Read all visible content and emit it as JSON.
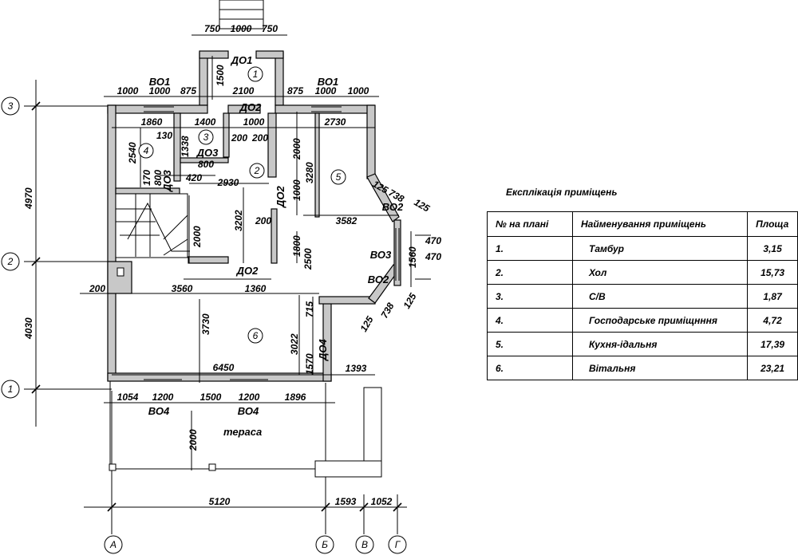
{
  "drawing": {
    "axes": {
      "rows": [
        "3",
        "2",
        "1"
      ],
      "columns": [
        "А",
        "Б",
        "В",
        "Г"
      ]
    },
    "dims_top": {
      "porch": [
        "750",
        "1000",
        "750"
      ],
      "left_row": [
        "1000",
        "1000",
        "875"
      ],
      "center": "2100",
      "right_row": [
        "875",
        "1000",
        "1000"
      ],
      "porch_depth": "1500"
    },
    "dims_left": [
      "4970",
      "4030"
    ],
    "dims_bottom": [
      "5120",
      "1593",
      "1052"
    ],
    "dims_facade": [
      "1054",
      "1200",
      "1500",
      "1200",
      "1896"
    ],
    "dims_interior": {
      "d1860": "1860",
      "d1400": "1400",
      "d1000": "1000",
      "d2730": "2730",
      "d130": "130",
      "d1338": "1338",
      "d200a": "200",
      "d200b": "200",
      "d2540": "2540",
      "d2000a": "2000",
      "d3280": "3280",
      "d800": "800",
      "d170": "170",
      "d800b": "800",
      "d420": "420",
      "d2930": "2930",
      "d1000b": "1000",
      "d125a": "125",
      "d738a": "738",
      "d125b": "125",
      "d3582": "3582",
      "d2000b": "2000",
      "d3202": "3202",
      "d200c": "200",
      "d1800": "1800",
      "d2500": "2500",
      "d470a": "470",
      "d1560": "1560",
      "d470b": "470",
      "d200d": "200",
      "d3560": "3560",
      "d1360": "1360",
      "d715": "715",
      "d3730": "3730",
      "d3022": "3022",
      "d1570": "1570",
      "d125c": "125",
      "d738b": "738",
      "d125d": "125",
      "d6450": "6450",
      "d1393": "1393",
      "d2000c": "2000"
    },
    "openings": {
      "do1": "ДО1",
      "vo1_left": "ВО1",
      "vo1_right": "ВО1",
      "do2_top": "ДО2",
      "do3a": "ДО3",
      "do3b": "ДО3",
      "do2_mid": "ДО2",
      "vo2_top": "ВО2",
      "vo3": "ВО3",
      "vo2_bot": "ВО2",
      "do2_low": "ДО2",
      "do4": "ДО4",
      "vo4_left": "ВО4",
      "vo4_right": "ВО4"
    },
    "rooms": [
      "1",
      "2",
      "3",
      "4",
      "5",
      "6"
    ],
    "terrace": "тераса"
  },
  "explication": {
    "title": "Експлікація приміщень",
    "headers": [
      "№ на плані",
      "Найменування приміщень",
      "Площа"
    ],
    "rows": [
      {
        "num": "1.",
        "name": "Тамбур",
        "area": "3,15"
      },
      {
        "num": "2.",
        "name": "Хол",
        "area": "15,73"
      },
      {
        "num": "3.",
        "name": "С/В",
        "area": "1,87"
      },
      {
        "num": "4.",
        "name": "Господарське приміщнння",
        "area": "4,72"
      },
      {
        "num": "5.",
        "name": "Кухня-ідальня",
        "area": "17,39"
      },
      {
        "num": "6.",
        "name": "Вітальня",
        "area": "23,21"
      }
    ]
  }
}
